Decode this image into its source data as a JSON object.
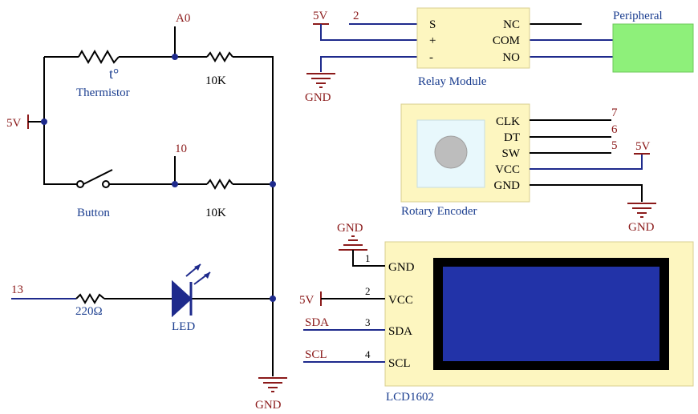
{
  "colors": {
    "wire_black": "#000000",
    "wire_blue": "#1e2a8c",
    "power_red": "#8b1a1a",
    "label_blue": "#1a3d8f",
    "module_fill": "#fdf6c0",
    "module_stroke": "#d8cf90",
    "peripheral_fill": "#8ef07a",
    "lcd_screen": "#2233a8"
  },
  "left_circuit": {
    "vcc_label": "5V",
    "thermistor_label": "Thermistor",
    "thermistor_symbol": "t°",
    "a0_label": "A0",
    "res1_label": "10K",
    "pin10_label": "10",
    "button_label": "Button",
    "res2_label": "10K",
    "pin13_label": "13",
    "res3_label": "220Ω",
    "led_label": "LED",
    "gnd_label": "GND"
  },
  "relay": {
    "vcc_label": "5V",
    "gnd_label": "GND",
    "signal_pin": "2",
    "pins_left": [
      "S",
      "+",
      "-"
    ],
    "pins_right": [
      "NC",
      "COM",
      "NO"
    ],
    "module_label": "Relay Module",
    "peripheral_label": "Peripheral"
  },
  "encoder": {
    "pins": [
      "CLK",
      "DT",
      "SW",
      "VCC",
      "GND"
    ],
    "pin_numbers": [
      "7",
      "6",
      "5"
    ],
    "vcc_label": "5V",
    "gnd_label": "GND",
    "module_label": "Rotary Encoder"
  },
  "lcd": {
    "pins": [
      "GND",
      "VCC",
      "SDA",
      "SCL"
    ],
    "pin_numbers": [
      "1",
      "2",
      "3",
      "4"
    ],
    "gnd_label": "GND",
    "vcc_label": "5V",
    "sda_label": "SDA",
    "scl_label": "SCL",
    "module_label": "LCD1602"
  }
}
